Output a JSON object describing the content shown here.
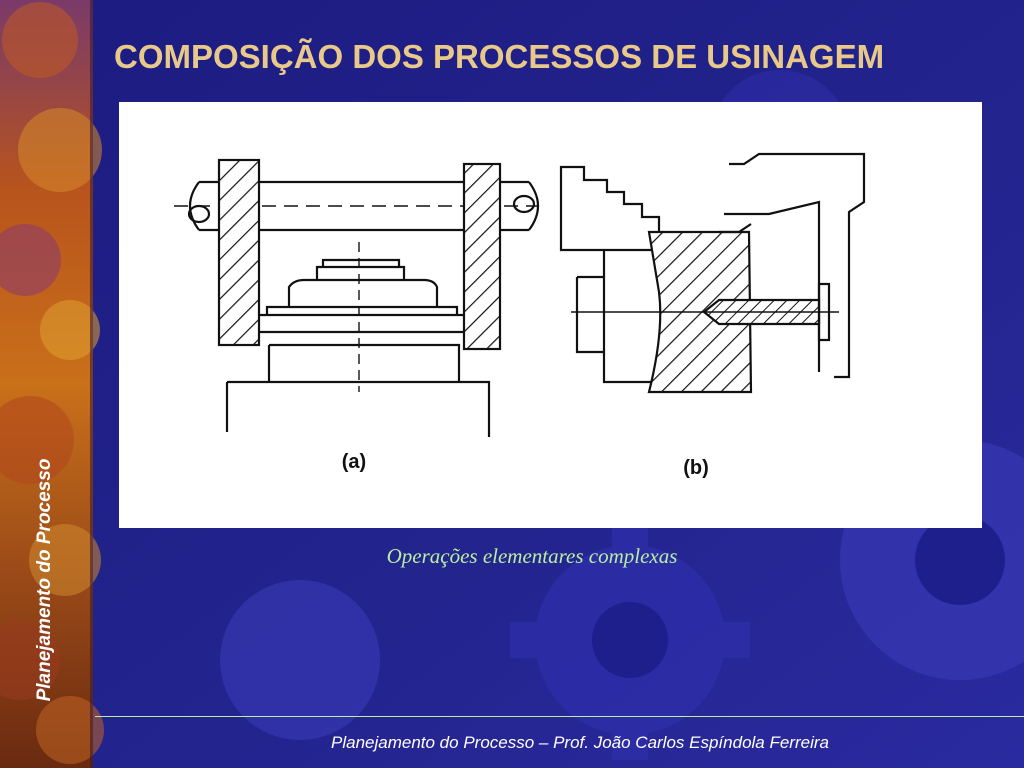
{
  "slide": {
    "title": "COMPOSIÇÃO DOS PROCESSOS DE USINAGEM",
    "caption": "Operações elementares complexas",
    "side_label": "Planejamento do Processo",
    "footer": "Planejamento do Processo – Prof. João Carlos Espíndola Ferreira"
  },
  "figure": {
    "label_a": "(a)",
    "label_b": "(b)"
  },
  "colors": {
    "background": "#22228a",
    "title": "#e9c98a",
    "caption": "#b9ee9f",
    "footer_text": "#ffffff",
    "rule": "#b9ee9f"
  }
}
